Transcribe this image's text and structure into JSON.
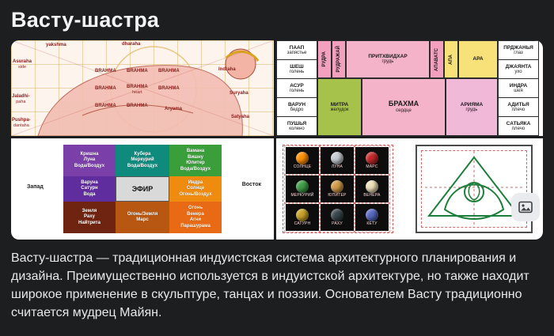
{
  "page": {
    "title": "Васту-шастра",
    "description": "Васту-шастра — традиционная индуистская система архитектурного планирования и дизайна. Преимущественно используется в индуистской архитектуре, но также находит широкое применение в скульптуре, танцах и поэзии. Основателем Васту традиционно считается мудрец Майян."
  },
  "colors": {
    "background": "#1d1e20",
    "title_text": "#f3f4f6",
    "body_text": "#e6e8ea",
    "mandala_label_red": "#8b1a1a"
  },
  "mandala": {
    "labels": [
      {
        "text": "yakshma"
      },
      {
        "text": "dharaha"
      },
      {
        "text": "Asuraha",
        "sub": "side"
      },
      {
        "text": "Jaladhi-",
        "sub": "paha"
      },
      {
        "text": "Pushpa-",
        "sub": "dantaha"
      },
      {
        "text": "Indraha"
      },
      {
        "text": "Suryaha"
      },
      {
        "text": "Satyaha"
      },
      {
        "text": "Aryama"
      }
    ],
    "brahma": [
      {
        "text": "BRAHMA"
      },
      {
        "text": "BRAHMA"
      },
      {
        "text": "BRAHMA"
      },
      {
        "text": "BRAHMA"
      },
      {
        "text": "BRAHMA",
        "sub": "heart"
      },
      {
        "text": "BRAHMA"
      },
      {
        "text": "BRAHMA"
      },
      {
        "text": "BRAHMA"
      }
    ]
  },
  "deva_grid": {
    "left_col": [
      {
        "name": "ПААП",
        "part": "запястье"
      },
      {
        "name": "ШЕШ",
        "part": "голень"
      },
      {
        "name": "АСУР",
        "part": "голень"
      },
      {
        "name": "ВАРУН",
        "part": "бедро"
      },
      {
        "name": "ПУШЬЯ",
        "part": "колено"
      }
    ],
    "right_col": [
      {
        "name": "ПРДЖАНЬЯ",
        "part": "глаз"
      },
      {
        "name": "ДЖАЯНТА",
        "part": "ухо"
      },
      {
        "name": "ИНДРА",
        "part": "шея"
      },
      {
        "name": "АДИТЬЯ",
        "part": "плечо"
      },
      {
        "name": "САТЬЯКА",
        "part": "плечо"
      }
    ],
    "top_row": [
      {
        "name": "РУДРА"
      },
      {
        "name": "РУДРАЖАЙ"
      },
      {
        "name": "ПРИТХВИДХАР",
        "part": "грудь"
      },
      {
        "name": "АПАВАТС"
      },
      {
        "name": "АПА"
      },
      {
        "name": "АРА"
      }
    ],
    "center": [
      {
        "name": "МИТРА",
        "part": "желудок"
      },
      {
        "name": "БРАХМА",
        "part": "сердце"
      },
      {
        "name": "АРИЯМА",
        "part": "грудь"
      }
    ]
  },
  "elements_wheel": {
    "center_label": "ЭФИР",
    "west_label": "Запад",
    "east_label": "Восток",
    "segments": [
      {
        "dir": "nw",
        "text": "Кришна\nЛуна\nВода/Воздух",
        "color": "#7a3fa8"
      },
      {
        "dir": "n",
        "text": "Кубера\nМеркурий\nВода/Воздух",
        "color": "#0f8b7e"
      },
      {
        "dir": "ne",
        "text": "Вамана\nВишну\nЮпитер\nВода/Воздух",
        "color": "#3a9e3a"
      },
      {
        "dir": "w",
        "text": "Варуна\nСатурн\nВода",
        "color": "#5f2d9e"
      },
      {
        "dir": "e",
        "text": "Индра\nСолнце\nОгонь/Воздух",
        "color": "#ef8b0e"
      },
      {
        "dir": "sw",
        "text": "Земля\nРаху\nНайтрита",
        "color": "#6e2410"
      },
      {
        "dir": "s",
        "text": "Огонь/Земля\nМарс",
        "color": "#b85711"
      },
      {
        "dir": "se",
        "text": "Огонь\nВенера\nАгни\nПарашурама",
        "color": "#e86a14"
      }
    ]
  },
  "plans": {
    "planets": [
      {
        "name": "СОЛНЦЕ",
        "color": "#ff8f00"
      },
      {
        "name": "ЛУНА",
        "color": "#c7ccd1"
      },
      {
        "name": "МАРС",
        "color": "#c62828"
      },
      {
        "name": "МЕРКУРИЙ",
        "color": "#3f9e46"
      },
      {
        "name": "ЮПИТЕР",
        "color": "#d39b4a"
      },
      {
        "name": "ВЕНЕРА",
        "color": "#efe0b8"
      },
      {
        "name": "САТУРН",
        "color": "#c9a227"
      },
      {
        "name": "РАХУ",
        "color": "#3a474e"
      },
      {
        "name": "КЕТУ",
        "color": "#5668c0"
      }
    ]
  }
}
